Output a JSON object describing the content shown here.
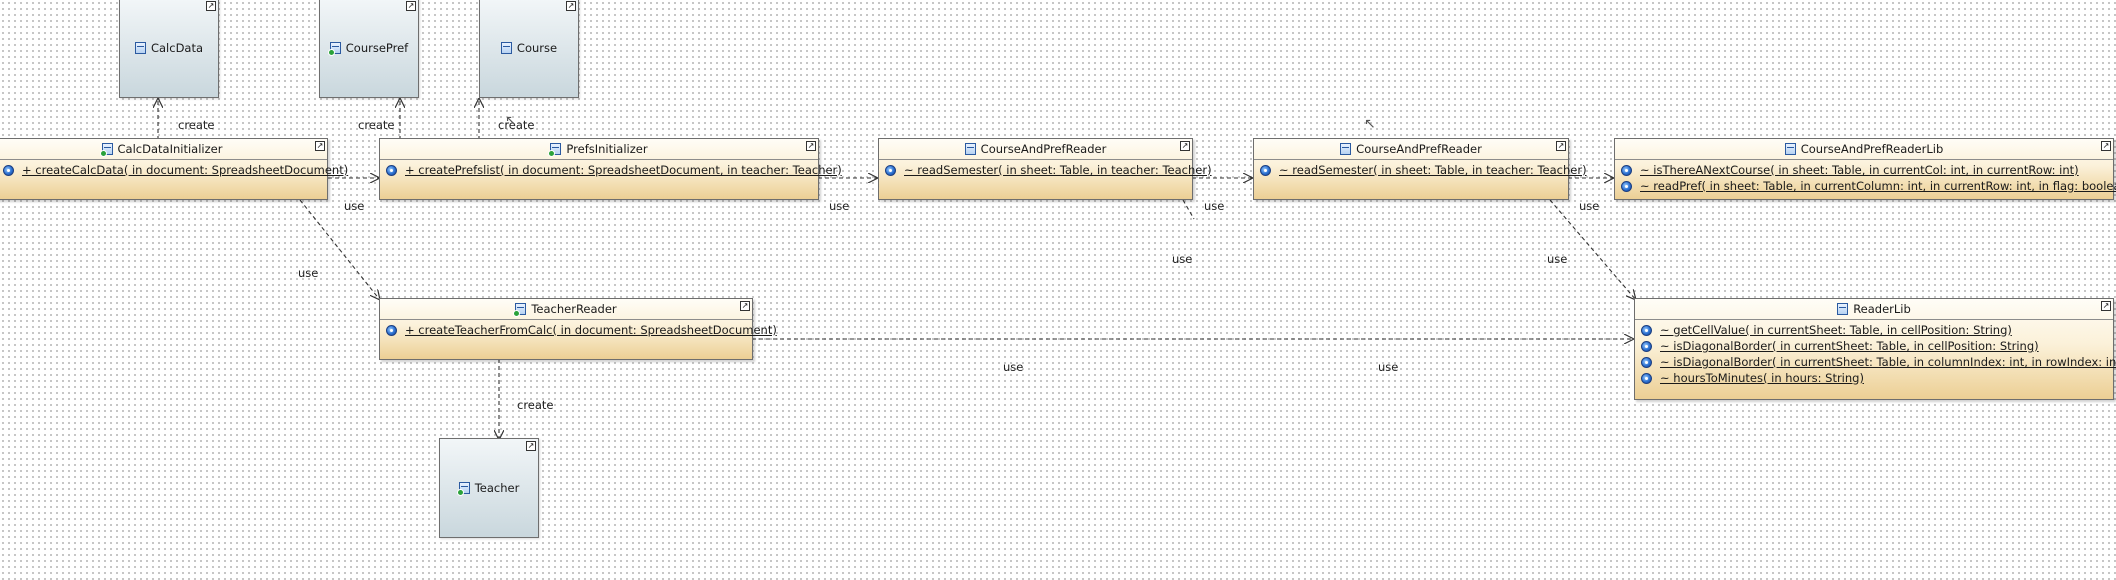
{
  "diagram": {
    "classes": [
      {
        "id": "calc_data_initializer",
        "name": "CalcDataInitializer",
        "icon": "class-icon-green",
        "operations": [
          "+ createCalcData(  in document: SpreadsheetDocument)"
        ]
      },
      {
        "id": "prefs_initializer",
        "name": "PrefsInitializer",
        "icon": "class-icon-green",
        "operations": [
          "+ createPrefslist(  in document: SpreadsheetDocument,    in teacher: Teacher)"
        ]
      },
      {
        "id": "course_and_pref_reader_1",
        "name": "CourseAndPrefReader",
        "icon": "class-icon",
        "operations": [
          "~  readSemester(  in sheet: Table,    in teacher: Teacher)"
        ]
      },
      {
        "id": "course_and_pref_reader_2",
        "name": "CourseAndPrefReader",
        "icon": "class-icon",
        "operations": [
          "~  readSemester(  in sheet: Table,    in teacher: Teacher)"
        ]
      },
      {
        "id": "course_and_pref_reader_lib",
        "name": "CourseAndPrefReaderLib",
        "icon": "class-icon",
        "operations": [
          "~ isThereANextCourse(  in sheet: Table,    in currentCol: int,    in currentRow: int)",
          "~ readPref(  in sheet: Table,    in currentColumn: int,    in currentRow: int,    in flag: boolean)"
        ]
      },
      {
        "id": "teacher_reader",
        "name": "TeacherReader",
        "icon": "class-icon-green",
        "operations": [
          "+ createTeacherFromCalc(  in document: SpreadsheetDocument)"
        ]
      },
      {
        "id": "reader_lib",
        "name": "ReaderLib",
        "icon": "class-icon",
        "operations": [
          "~ getCellValue(  in currentSheet: Table,    in cellPosition: String)",
          "~ isDiagonalBorder(  in currentSheet: Table,    in cellPosition: String)",
          "~ isDiagonalBorder(  in currentSheet: Table,    in columnIndex: int,    in rowIndex: int)",
          "~ hoursToMinutes(  in hours: String)"
        ]
      }
    ],
    "references": [
      {
        "id": "calc_data",
        "name": "CalcData",
        "icon": "class-icon"
      },
      {
        "id": "course_pref",
        "name": "CoursePref",
        "icon": "class-icon-green"
      },
      {
        "id": "course",
        "name": "Course",
        "icon": "class-icon"
      },
      {
        "id": "teacher",
        "name": "Teacher",
        "icon": "class-icon-green"
      }
    ],
    "edge_labels": {
      "create": "create",
      "use": "use"
    },
    "colors": {
      "class_fill_bottom": "#eccf94",
      "class_fill_top": "#fffdf7",
      "reference_fill_top": "#f2f6f8",
      "reference_fill_bottom": "#c9d7dd",
      "operation_icon": "#2a6fd1",
      "edge": "#333333"
    }
  }
}
